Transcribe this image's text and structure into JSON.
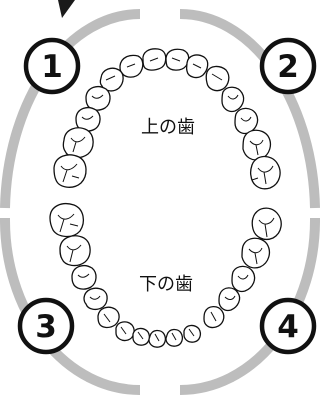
{
  "quadrants": [
    {
      "number": "1"
    },
    {
      "number": "2"
    },
    {
      "number": "3"
    },
    {
      "number": "4"
    }
  ],
  "arches": {
    "upper_label": "上の歯",
    "lower_label": "下の歯"
  },
  "colors": {
    "ring": "#bdbdbd",
    "outline": "#111111",
    "corner_mark": "#1a1a1a"
  }
}
